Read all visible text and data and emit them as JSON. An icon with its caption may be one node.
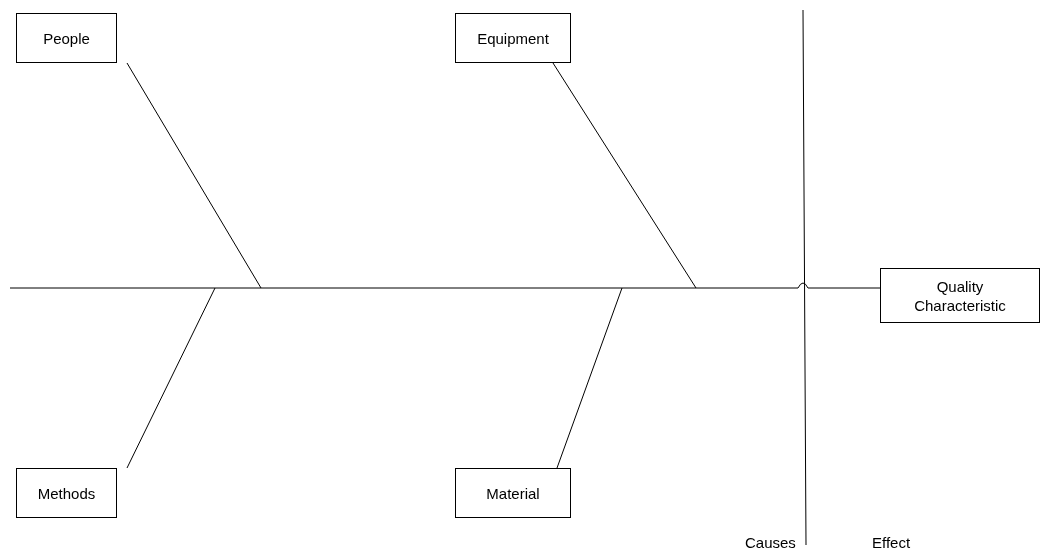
{
  "diagram": {
    "nodes": [
      {
        "text": [
          "People"
        ]
      },
      {
        "text": [
          "Equipment"
        ]
      },
      {
        "text": [
          "Methods"
        ]
      },
      {
        "text": [
          "Material"
        ]
      },
      {
        "text": [
          "Quality Characteristic"
        ]
      }
    ],
    "edges": [
      {
        "from": null,
        "to": 4,
        "arrow": "none"
      },
      {
        "from": 0,
        "to": null,
        "arrow": "none"
      },
      {
        "from": 1,
        "to": null,
        "arrow": "none"
      },
      {
        "from": 2,
        "to": null,
        "arrow": "none"
      },
      {
        "from": 3,
        "to": null,
        "arrow": "none"
      }
    ],
    "labels": [
      "Causes",
      "Effect"
    ]
  }
}
